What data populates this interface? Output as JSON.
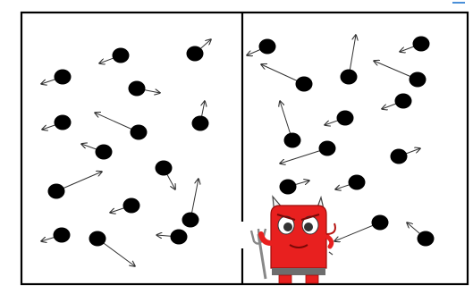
{
  "diagram": {
    "colors": {
      "background": "#ffffff",
      "border": "#000000",
      "particle": "#000000",
      "arrow": "#333333",
      "demon_red": "#e8201f",
      "demon_dark_red": "#b5120f",
      "demon_horn": "#f2f2f2",
      "demon_pants": "#6d6d6d",
      "trident": "#888888",
      "accent_blue": "#4a8fd8"
    },
    "chambers": [
      "left-chamber",
      "right-chamber"
    ],
    "partition": {
      "gate": "open"
    },
    "demon": {
      "icon": "red-demon-with-trident"
    }
  }
}
